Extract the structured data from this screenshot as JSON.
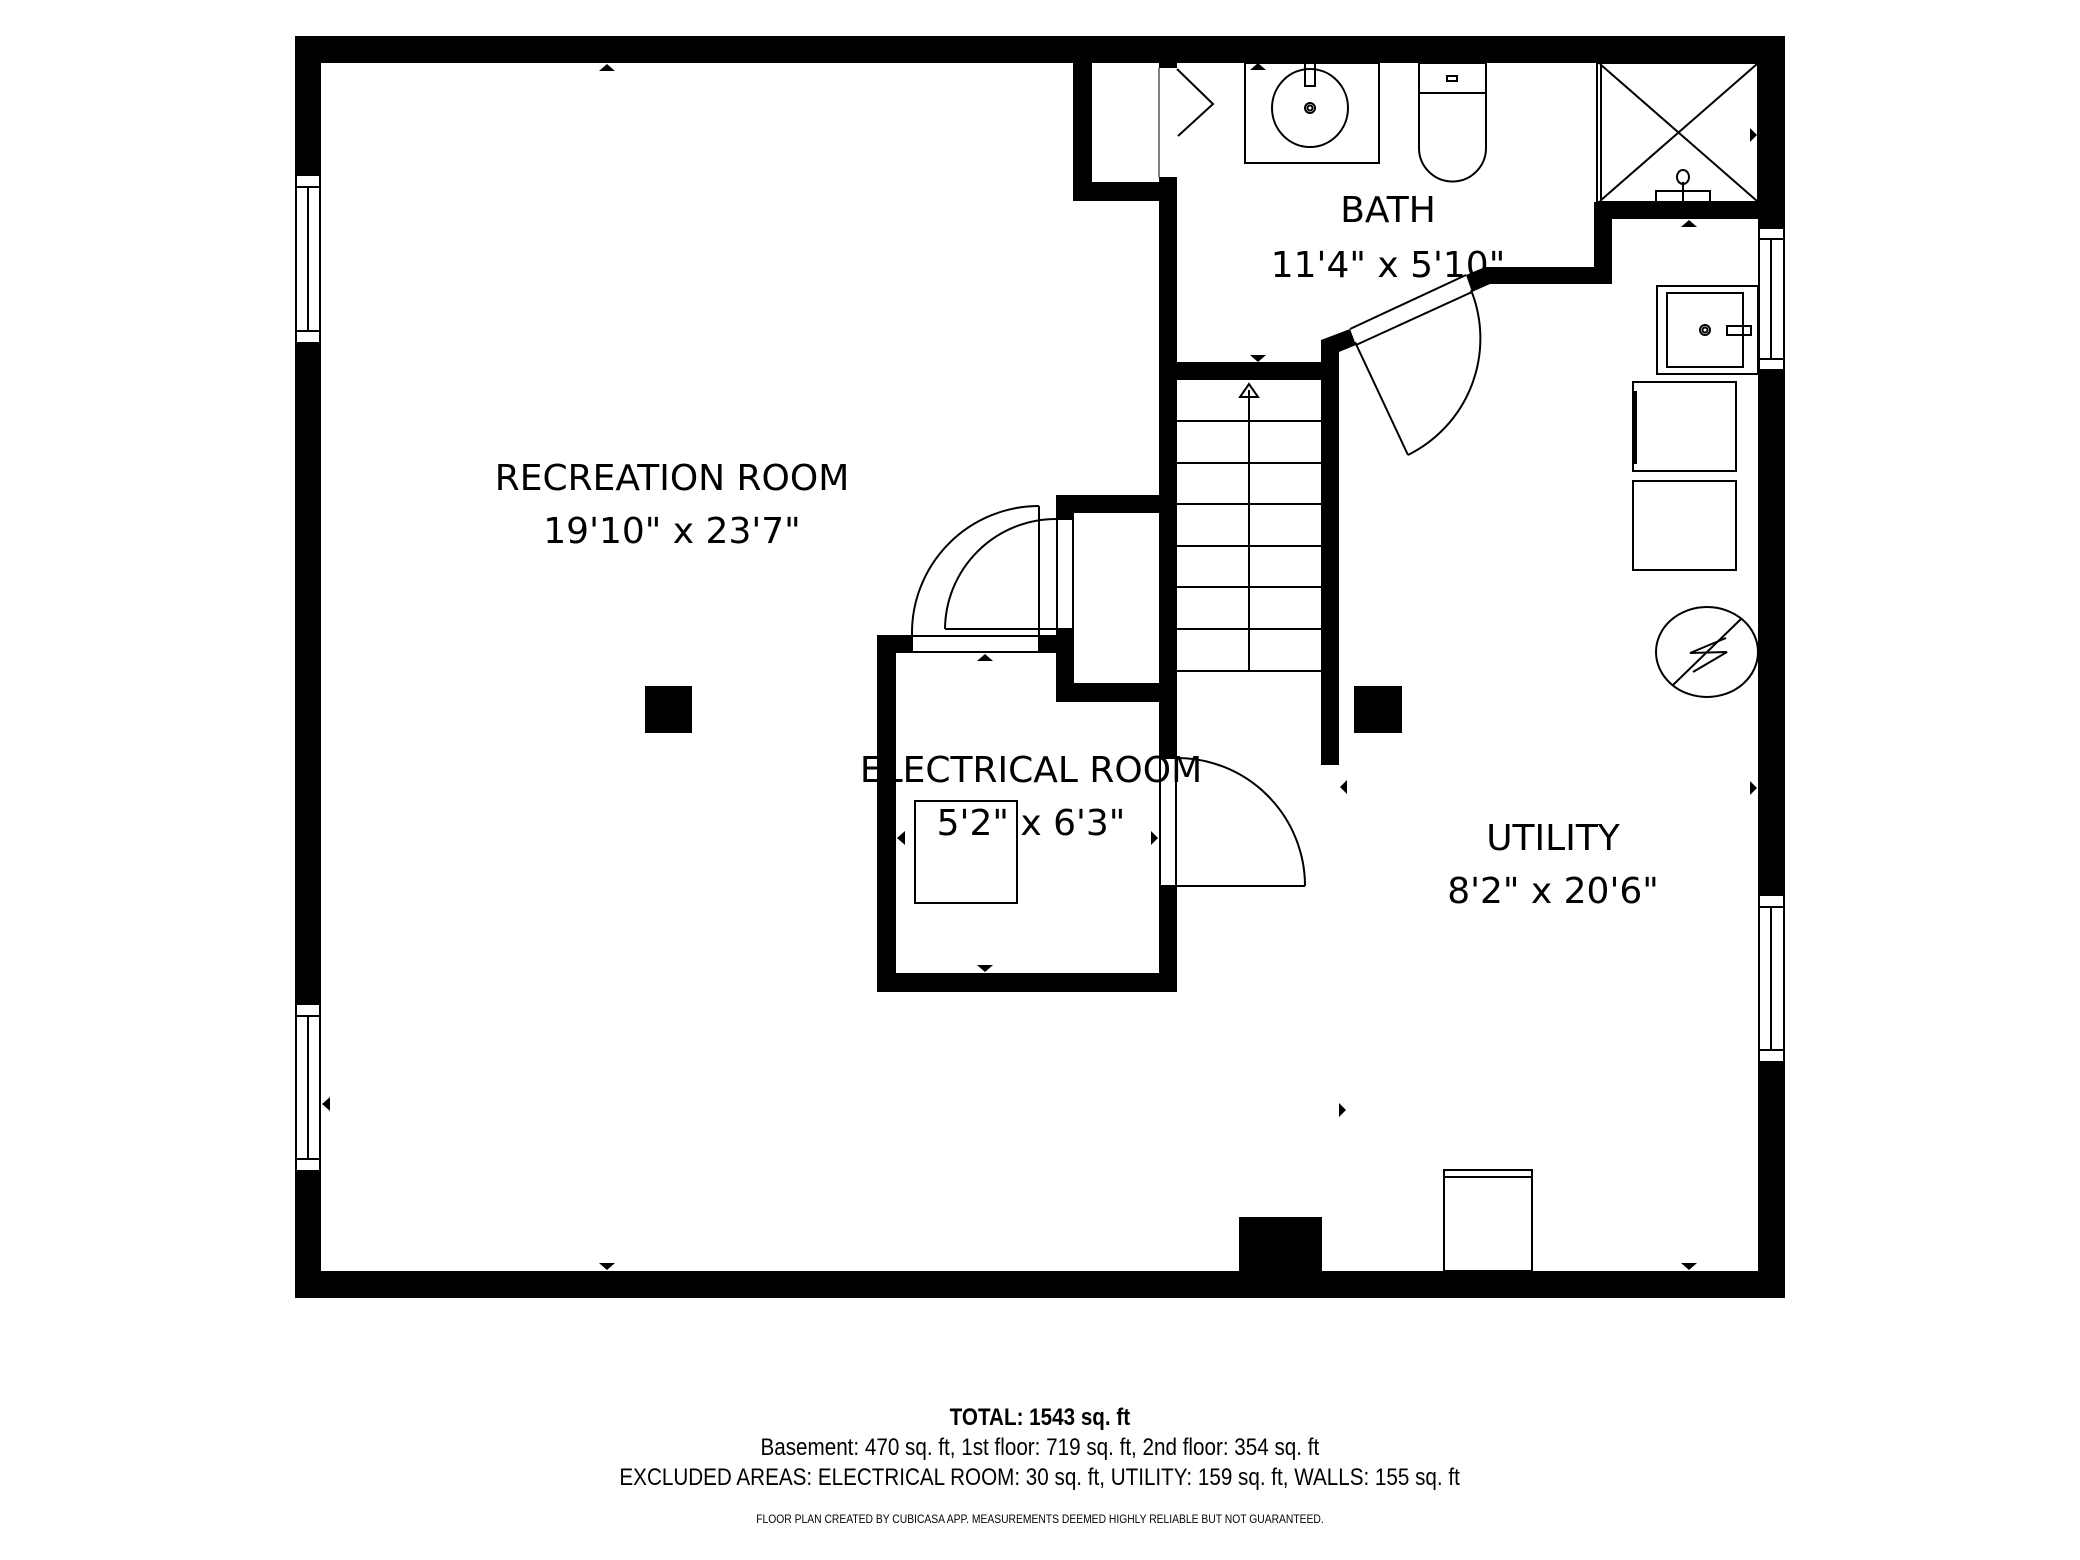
{
  "floor_plan": {
    "rooms": [
      {
        "name": "RECREATION ROOM",
        "dimensions": "19'10\" x 23'7\""
      },
      {
        "name": "BATH",
        "dimensions": "11'4\" x 5'10\""
      },
      {
        "name": "ELECTRICAL ROOM",
        "dimensions": "5'2\" x 6'3\""
      },
      {
        "name": "UTILITY",
        "dimensions": "8'2\" x 20'6\""
      }
    ],
    "fixtures": [
      "sink-vanity",
      "toilet",
      "shower",
      "utility-sink",
      "washer",
      "dryer",
      "water-heater",
      "stairs",
      "sump-box",
      "chimney",
      "support-columns"
    ]
  },
  "footer": {
    "total": "TOTAL: 1543 sq. ft",
    "floors": "Basement: 470 sq. ft, 1st floor: 719 sq. ft, 2nd floor: 354 sq. ft",
    "excluded": "EXCLUDED AREAS: ELECTRICAL ROOM: 30 sq. ft, UTILITY: 159 sq. ft, WALLS: 155 sq. ft",
    "disclaimer": "FLOOR PLAN CREATED BY CUBICASA APP. MEASUREMENTS DEEMED HIGHLY RELIABLE BUT NOT GUARANTEED."
  }
}
